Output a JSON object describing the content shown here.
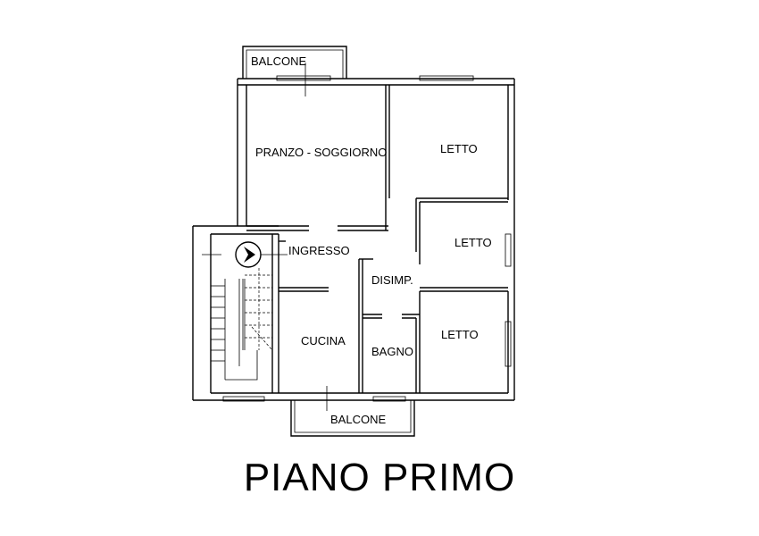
{
  "rooms": {
    "balcony_top": "BALCONE",
    "living": "PRANZO - SOGGIORNO",
    "bedroom_top": "LETTO",
    "entrance": "INGRESSO",
    "bedroom_middle": "LETTO",
    "hallway": "DISIMP.",
    "kitchen": "CUCINA",
    "bathroom": "BAGNO",
    "bedroom_bottom": "LETTO",
    "balcony_bottom": "BALCONE"
  },
  "title": "PIANO PRIMO",
  "colors": {
    "line": "#000000",
    "background": "#ffffff"
  },
  "icons": {
    "entrance_arrow": "arrow-right-circle-icon"
  }
}
